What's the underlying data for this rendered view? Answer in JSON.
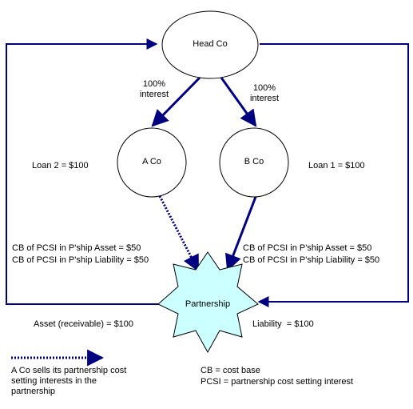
{
  "nodes": {
    "head_co": "Head Co",
    "a_co": "A Co",
    "b_co": "B Co",
    "partnership": "Partnership"
  },
  "interest_left": [
    "100%",
    "interest"
  ],
  "interest_right": [
    "100%",
    "interest"
  ],
  "loan_2": "Loan 2 = $100",
  "loan_1": "Loan 1 = $100",
  "cb_left": [
    "CB of PCSI in P'ship Asset = $50",
    "CB of PCSI in P'ship Liability = $50"
  ],
  "cb_right": [
    "CB of PCSI in P'ship Asset = $50",
    "CB of PCSI in P'ship Liability = $50"
  ],
  "asset_receivable": "Asset (receivable) = $100",
  "liability": "Liability  = $100",
  "legend": {
    "dotted_arrow_text": "A Co sells its partnership cost setting interests in the partnership",
    "cb_def": "CB = cost base",
    "pcsi_def": "PCSI = partnership cost setting interest"
  },
  "colors": {
    "arrow": "#000080",
    "star_fill": "#ccffff",
    "stroke": "#000000"
  }
}
